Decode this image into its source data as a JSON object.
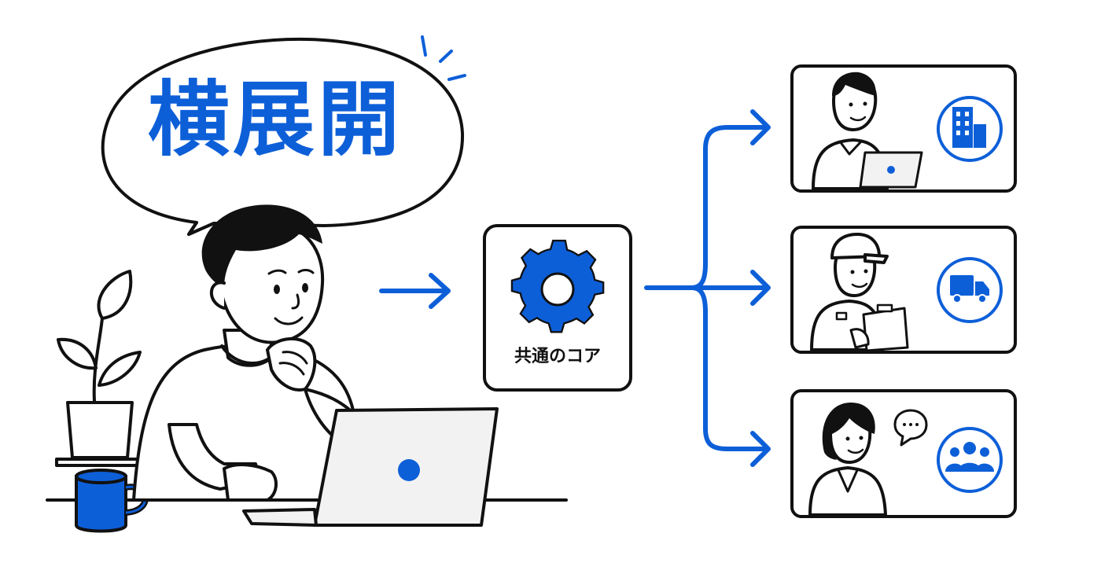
{
  "speech_bubble": {
    "text": "横展開"
  },
  "core": {
    "label": "共通のコア",
    "icon": "gear-icon"
  },
  "targets": [
    {
      "person": "office-worker",
      "icon": "building-icon"
    },
    {
      "person": "delivery-worker",
      "icon": "truck-icon"
    },
    {
      "person": "service-staff",
      "icon": "people-group-icon"
    }
  ],
  "colors": {
    "accent": "#0d5fd8",
    "ink": "#111111",
    "background": "#ffffff"
  }
}
